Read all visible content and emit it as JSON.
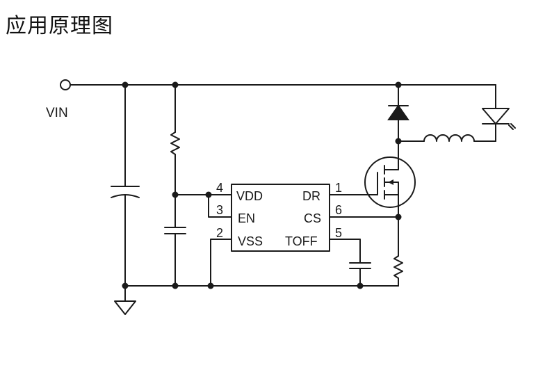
{
  "title": "应用原理图",
  "labels": {
    "vin": "VIN"
  },
  "ic": {
    "pins": [
      {
        "number": "4",
        "name": "VDD"
      },
      {
        "number": "3",
        "name": "EN"
      },
      {
        "number": "2",
        "name": "VSS"
      },
      {
        "number": "1",
        "name": "DR"
      },
      {
        "number": "6",
        "name": "CS"
      },
      {
        "number": "5",
        "name": "TOFF"
      }
    ]
  }
}
